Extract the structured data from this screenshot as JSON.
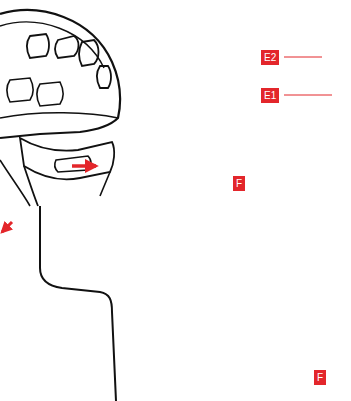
{
  "diagram": {
    "labels": [
      "E2",
      "E1",
      "F",
      "F"
    ]
  }
}
